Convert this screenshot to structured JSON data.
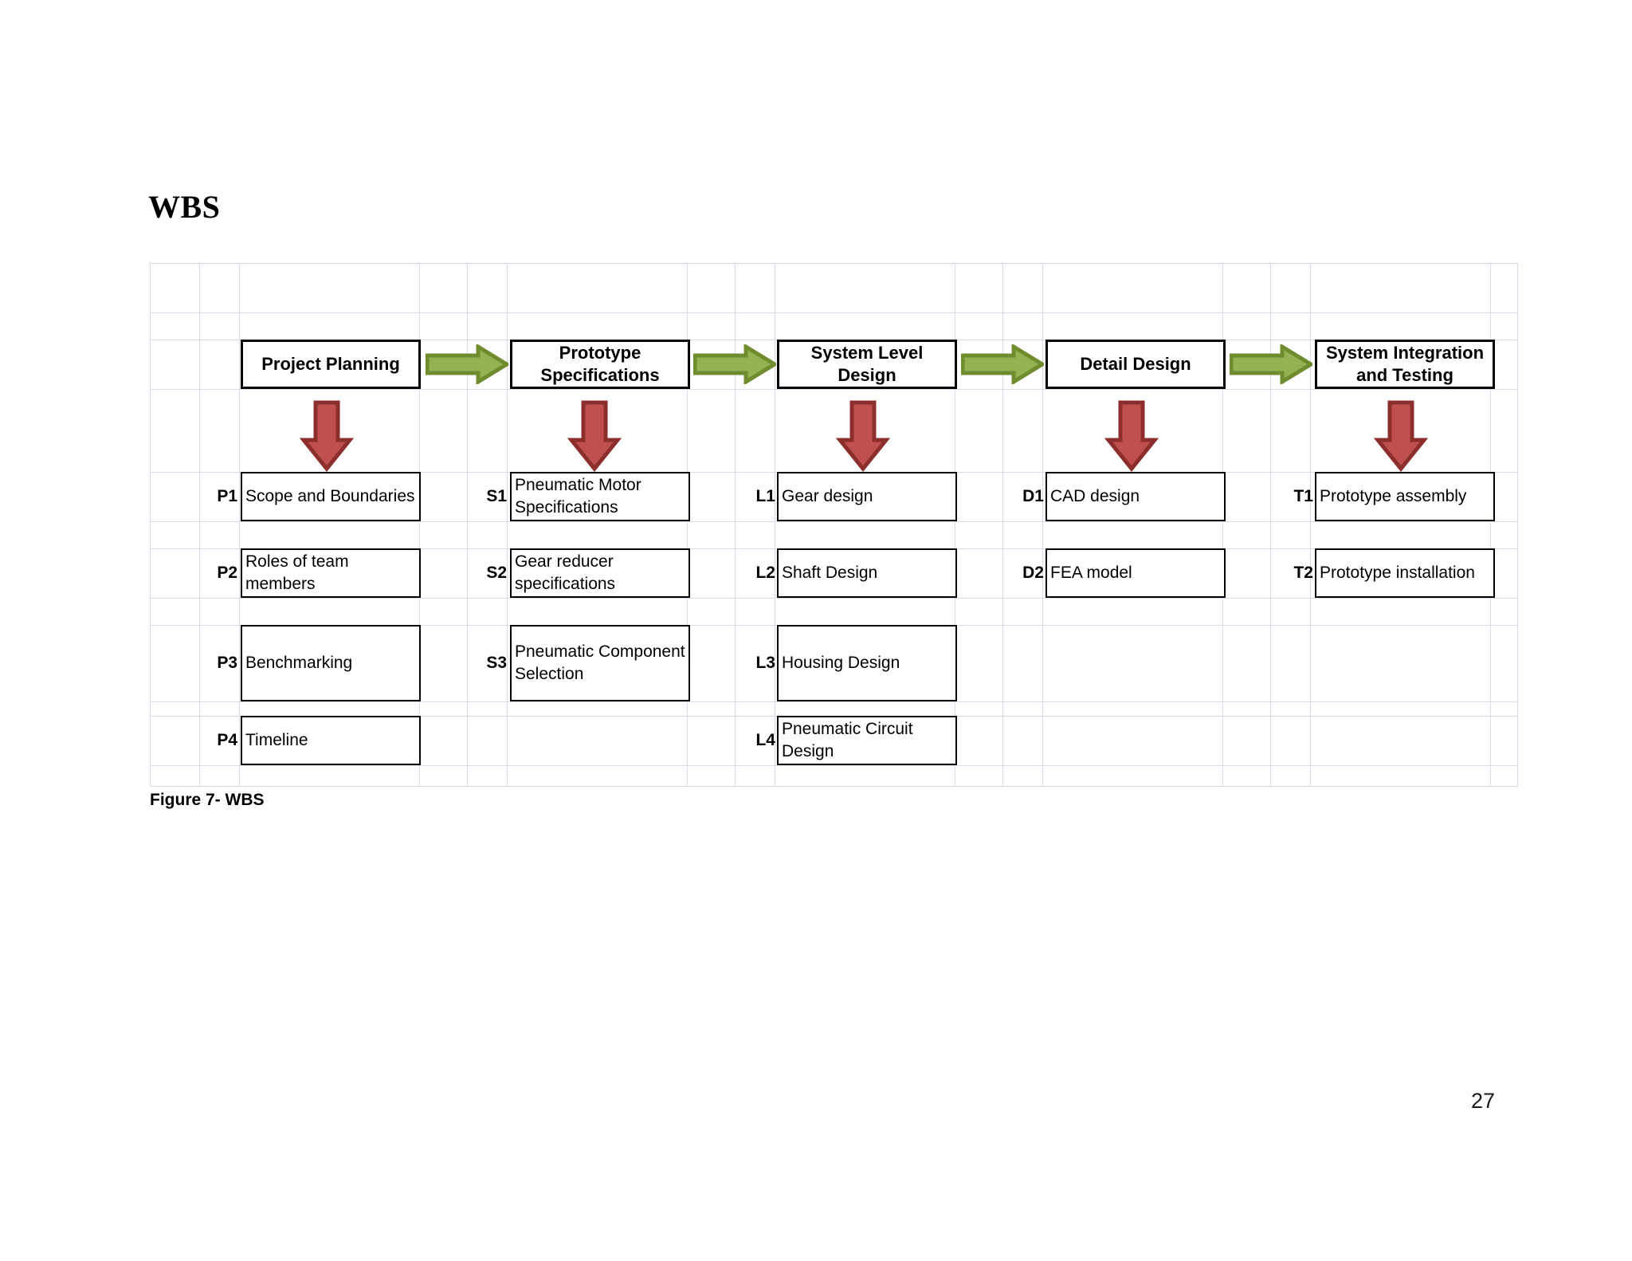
{
  "document": {
    "title": "WBS",
    "figure_caption": "Figure 7- WBS",
    "page_number": "27"
  },
  "colors": {
    "grid_line": "#d9d9e8",
    "box_border": "#000000",
    "arrow_right_fill": "#94b254",
    "arrow_right_stroke": "#6f8c2f",
    "arrow_down_fill": "#c0504d",
    "arrow_down_stroke": "#8c2f2c",
    "text": "#000000",
    "page_background": "#ffffff"
  },
  "chart_data": {
    "type": "diagram",
    "title": "WBS",
    "description": "Work Breakdown Structure flow: five sequential project phases connected left-to-right by green arrows, each phase decomposing downward via a red arrow into numbered task boxes.",
    "phases": [
      {
        "id": "P",
        "label": "Project Planning",
        "tasks": [
          {
            "code": "P1",
            "label": "Scope and Boundaries"
          },
          {
            "code": "P2",
            "label": "Roles of team members"
          },
          {
            "code": "P3",
            "label": "Benchmarking"
          },
          {
            "code": "P4",
            "label": "Timeline"
          }
        ]
      },
      {
        "id": "S",
        "label": "Prototype Specifications",
        "tasks": [
          {
            "code": "S1",
            "label": "Pneumatic Motor Specifications"
          },
          {
            "code": "S2",
            "label": "Gear reducer specifications"
          },
          {
            "code": "S3",
            "label": "Pneumatic Component Selection"
          }
        ]
      },
      {
        "id": "L",
        "label": "System Level Design",
        "tasks": [
          {
            "code": "L1",
            "label": "Gear design"
          },
          {
            "code": "L2",
            "label": "Shaft Design"
          },
          {
            "code": "L3",
            "label": "Housing Design"
          },
          {
            "code": "L4",
            "label": "Pneumatic Circuit Design"
          }
        ]
      },
      {
        "id": "D",
        "label": "Detail Design",
        "tasks": [
          {
            "code": "D1",
            "label": "CAD design"
          },
          {
            "code": "D2",
            "label": "FEA model"
          }
        ]
      },
      {
        "id": "T",
        "label": "System Integration and Testing",
        "tasks": [
          {
            "code": "T1",
            "label": "Prototype assembly"
          },
          {
            "code": "T2",
            "label": "Prototype installation"
          }
        ]
      }
    ],
    "connector_arrows_right": 4,
    "connector_arrows_down": 5
  }
}
